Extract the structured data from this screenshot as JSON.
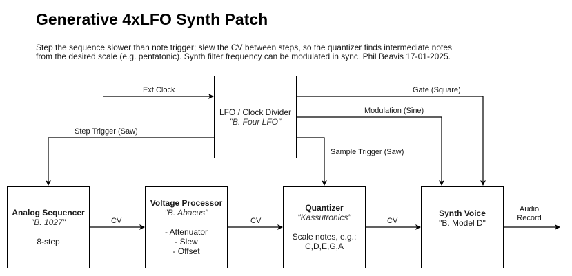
{
  "title": "Generative 4xLFO Synth Patch",
  "description": [
    "Step the sequence slower than note trigger; slew the CV between steps, so the quantizer finds intermediate notes",
    "from the desired scale (e.g. pentatonic). Synth filter frequency can be modulated in sync. Phil Beavis 17-01-2025."
  ],
  "nodes": {
    "lfo": {
      "name": "LFO / Clock Divider",
      "model": "\"B. Four LFO\""
    },
    "sequencer": {
      "name": "Analog Sequencer",
      "model": "\"B. 1027\"",
      "notes": [
        "8-step"
      ]
    },
    "processor": {
      "name": "Voltage Processor",
      "model": "\"B. Abacus\"",
      "notes": [
        "- Attenuator",
        "- Slew",
        "- Offset"
      ]
    },
    "quantizer": {
      "name": "Quantizer",
      "model": "\"Kassutronics\"",
      "notes": [
        "Scale notes, e.g.:",
        "C,D,E,G,A"
      ]
    },
    "synth": {
      "name": "Synth Voice",
      "model": "\"B. Model D\""
    }
  },
  "edges": {
    "ext_clock": "Ext Clock",
    "gate": "Gate (Square)",
    "modulation": "Modulation (Sine)",
    "step_trigger": "Step Trigger (Saw)",
    "sample_trigger": "Sample Trigger (Saw)",
    "cv1": "CV",
    "cv2": "CV",
    "cv3": "CV",
    "audio_line1": "Audio",
    "audio_line2": "Record"
  }
}
